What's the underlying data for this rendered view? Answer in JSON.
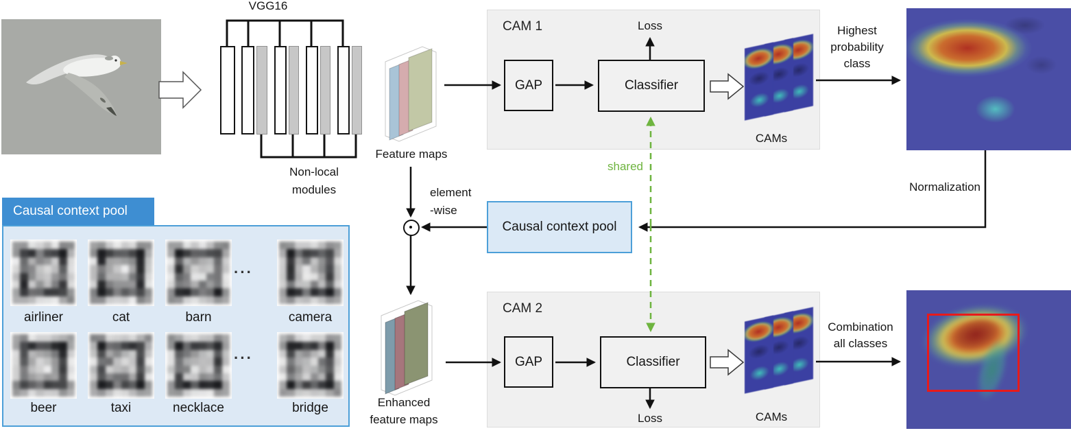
{
  "colors": {
    "shared_green": "#6eb43f",
    "pool_border_blue": "#4c9fd8",
    "pool_fill_blue": "#dbe9f6",
    "pool_tab_blue": "#3e8ed2",
    "pool_panel_fill": "#dde9f5",
    "cam_panel_gray": "#f0f0f0",
    "heatmap_blue": "#4a4ea6",
    "bbox_red": "#e81a1a"
  },
  "labels": {
    "vgg16": "VGG16",
    "non_local": [
      "Non-local",
      "modules"
    ],
    "feature_maps": "Feature maps",
    "cam1": "CAM 1",
    "cam2": "CAM 2",
    "gap": "GAP",
    "classifier": "Classifier",
    "loss": "Loss",
    "cams": "CAMs",
    "highest": [
      "Highest",
      "probability",
      "class"
    ],
    "normalization": "Normalization",
    "shared": "shared",
    "element_wise": [
      "element",
      "-wise"
    ],
    "causal_context_pool": "Causal context pool",
    "enhanced": [
      "Enhanced",
      "feature maps"
    ],
    "combination": [
      "Combination",
      "all classes"
    ],
    "ellipsis": "···"
  },
  "pool_panel": {
    "title": "Causal context pool",
    "rows": [
      {
        "items": [
          "airliner",
          "cat",
          "barn",
          "camera"
        ]
      },
      {
        "items": [
          "beer",
          "taxi",
          "necklace",
          "bridge"
        ]
      }
    ]
  }
}
